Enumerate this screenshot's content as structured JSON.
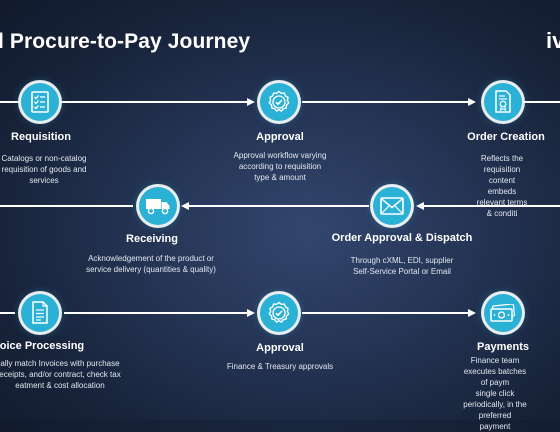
{
  "header": {
    "title": "l Procure-to-Pay Journey",
    "logo_text": "iv"
  },
  "colors": {
    "accent": "#2bb0d6",
    "background": "#1c2a45",
    "arrow": "#ffffff"
  },
  "steps": [
    {
      "title": "Requisition",
      "icon": "checklist-icon",
      "desc": "Catalogs or non-catalog\nrequisition of goods and\nservices"
    },
    {
      "title": "Approval",
      "icon": "badge-check-icon",
      "desc": "Approval workflow varying\naccording to requisition\ntype & amount"
    },
    {
      "title": "Order Creation",
      "icon": "certificate-document-icon",
      "desc": "Reflects the requisition content\nembeds relevant terms & conditi"
    },
    {
      "title": "Order Approval & Dispatch",
      "icon": "envelope-icon",
      "desc": "Through cXML, EDI, supplier\nSelf-Service Portal or Email"
    },
    {
      "title": "Receiving",
      "icon": "delivery-truck-icon",
      "desc": "Acknowledgement of the product or\nservice delivery (quantities & quality)"
    },
    {
      "title": "Invoice Processing",
      "icon": "invoice-document-icon",
      "desc": "ally match Invoices with purchase\neceipts, and/or contract, check tax\neatment & cost allocation"
    },
    {
      "title": "Approval",
      "icon": "badge-check-icon",
      "desc": "Finance & Treasury approvals"
    },
    {
      "title": "Payments",
      "icon": "money-bill-icon",
      "desc": "Finance team executes batches of paym\nsingle click periodically, in the preferred\npayment"
    }
  ]
}
